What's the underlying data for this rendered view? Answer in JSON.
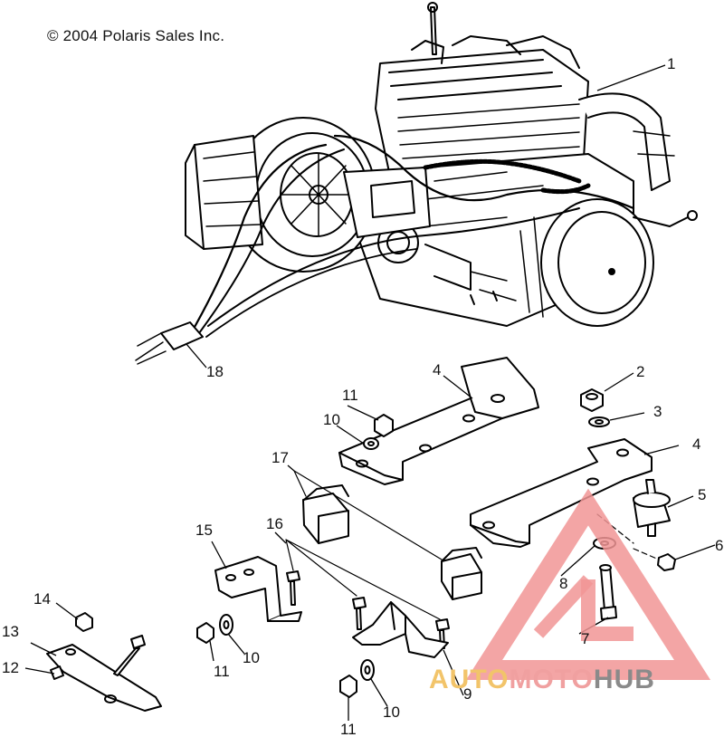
{
  "diagram": {
    "copyright": "© 2004 Polaris Sales Inc.",
    "callouts": [
      {
        "id": "c1",
        "label": "1"
      },
      {
        "id": "c2",
        "label": "2"
      },
      {
        "id": "c3",
        "label": "3"
      },
      {
        "id": "c4a",
        "label": "4"
      },
      {
        "id": "c4b",
        "label": "4"
      },
      {
        "id": "c5",
        "label": "5"
      },
      {
        "id": "c6",
        "label": "6"
      },
      {
        "id": "c7",
        "label": "7"
      },
      {
        "id": "c8",
        "label": "8"
      },
      {
        "id": "c9",
        "label": "9"
      },
      {
        "id": "c10a",
        "label": "10"
      },
      {
        "id": "c10b",
        "label": "10"
      },
      {
        "id": "c10c",
        "label": "10"
      },
      {
        "id": "c11a",
        "label": "11"
      },
      {
        "id": "c11b",
        "label": "11"
      },
      {
        "id": "c11c",
        "label": "11"
      },
      {
        "id": "c12",
        "label": "12"
      },
      {
        "id": "c13",
        "label": "13"
      },
      {
        "id": "c14",
        "label": "14"
      },
      {
        "id": "c15",
        "label": "15"
      },
      {
        "id": "c16",
        "label": "16"
      },
      {
        "id": "c17",
        "label": "17"
      },
      {
        "id": "c18",
        "label": "18"
      }
    ]
  },
  "watermark": {
    "part1": "AUTO",
    "part2": "MOTO",
    "part3": "HUB",
    "colors": {
      "part1": "#f2c46a",
      "part2": "#f0a0a0",
      "part3": "#8a8a8a"
    }
  }
}
